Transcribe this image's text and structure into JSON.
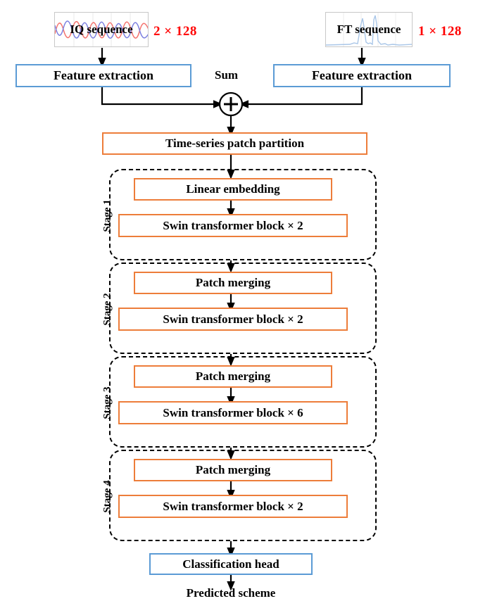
{
  "diagram": {
    "title": "Swin transformer time-series classification architecture",
    "colors": {
      "orange": "#ED7D3A",
      "blue": "#5B9BD5",
      "red": "#FF0000",
      "black": "#000000",
      "iq_wave_red": "#F4736E",
      "iq_wave_blue": "#7B7FE0",
      "ft_wave_blue": "#A9C6E8"
    },
    "inputs": [
      {
        "id": "iq",
        "label": "IQ sequence",
        "shape": "2 × 128",
        "thumb_kind": "iq-waveform-thumbnail"
      },
      {
        "id": "ft",
        "label": "FT sequence",
        "shape": "1 × 128",
        "thumb_kind": "ft-spectrum-thumbnail"
      }
    ],
    "feature_extraction": {
      "left_label": "Feature extraction",
      "right_label": "Feature extraction"
    },
    "sum": {
      "label": "Sum",
      "glyph": "+"
    },
    "patch_partition": {
      "label": "Time-series patch partition"
    },
    "stages": [
      {
        "stage_label": "Stage 1",
        "first_block": "Linear embedding",
        "second_block": "Swin transformer block × 2"
      },
      {
        "stage_label": "Stage 2",
        "first_block": "Patch merging",
        "second_block": "Swin transformer block × 2"
      },
      {
        "stage_label": "Stage 3",
        "first_block": "Patch merging",
        "second_block": "Swin transformer block × 6"
      },
      {
        "stage_label": "Stage 4",
        "first_block": "Patch merging",
        "second_block": "Swin transformer block × 2"
      }
    ],
    "classification_head": {
      "label": "Classification head"
    },
    "output": {
      "label": "Predicted scheme"
    }
  }
}
